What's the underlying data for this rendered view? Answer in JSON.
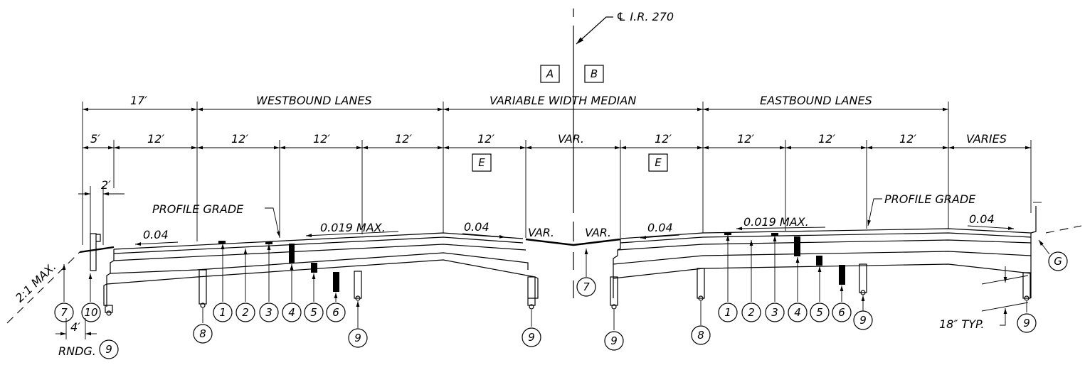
{
  "title_centerline": "℄ I.R. 270",
  "boxes": {
    "a": "A",
    "b": "B",
    "e_left": "E",
    "e_right": "E"
  },
  "top_dims": {
    "d17": "17′",
    "westbound": "WESTBOUND LANES",
    "median": "VARIABLE WIDTH MEDIAN",
    "eastbound": "EASTBOUND LANES"
  },
  "sub_dims": {
    "d5": "5′",
    "d12a": "12′",
    "d12b": "12′",
    "d12c": "12′",
    "d12d": "12′",
    "d12e": "12′",
    "var": "VAR.",
    "d12f": "12′",
    "d12g": "12′",
    "d12h": "12′",
    "d12i": "12′",
    "varies": "VARIES"
  },
  "dim_2ft": "2′",
  "profile_grade_left": "PROFILE GRADE",
  "profile_grade_right": "PROFILE GRADE",
  "slopes": {
    "left_004": "0.04",
    "left_019": "0.019 MAX.",
    "med_004_left": "0.04",
    "med_var_left": "VAR.",
    "med_var_right": "VAR.",
    "med_004_right": "0.04",
    "right_019": "0.019 MAX.",
    "right_004": "0.04"
  },
  "side_slope": "2:1 MAX.",
  "rndg_dim": "4′",
  "rndg_label": "RNDG.",
  "typ_18": "18″ TYP.",
  "callouts": {
    "c7_left": "7",
    "c10": "10",
    "c9_rndg": "9",
    "c8_wb": "8",
    "c1_wb": "1",
    "c2_wb": "2",
    "c3_wb": "3",
    "c4_wb": "4",
    "c5_wb": "5",
    "c6_wb": "6",
    "c9_wb": "9",
    "c9_med_l": "9",
    "c7_med": "7",
    "c9_med_r": "9",
    "c8_eb": "8",
    "c1_eb": "1",
    "c2_eb": "2",
    "c3_eb": "3",
    "c4_eb": "4",
    "c5_eb": "5",
    "c6_eb": "6",
    "c9_eb": "9",
    "c9_end": "9",
    "cG": "G"
  }
}
